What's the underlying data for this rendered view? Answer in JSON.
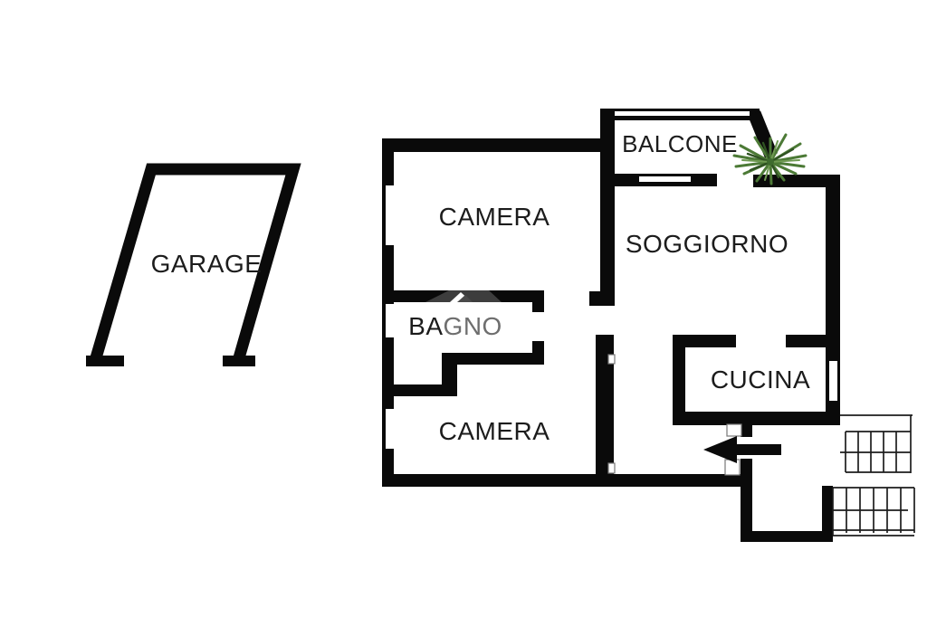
{
  "document": {
    "type": "floor-plan",
    "background": "#ffffff"
  },
  "rooms": {
    "garage": {
      "label": "GARAGE"
    },
    "camera1": {
      "label": "CAMERA"
    },
    "balcone": {
      "label": "BALCONE"
    },
    "soggiorno": {
      "label": "SOGGIORNO"
    },
    "bagno": {
      "label_dark": "BA",
      "label_gray": "GNO"
    },
    "cucina": {
      "label": "CUCINA"
    },
    "camera2": {
      "label": "CAMERA"
    }
  },
  "icons": {
    "entrance_arrow": "left-arrow",
    "plant": "green-plant",
    "staircase": "hatched-stairs",
    "watermark": "gray-roof-shape"
  },
  "colors": {
    "wall": "#0a0a0a",
    "text": "#1c1c1c",
    "text_muted": "#6e6e6e",
    "stairs_line": "#1d1d1d",
    "plant_green_dark": "#2f5222",
    "plant_green_mid": "#4c7a36",
    "plant_green_light": "#6f9a52",
    "watermark_gray": "#3d3d3d",
    "jamb_outline": "#777777"
  }
}
